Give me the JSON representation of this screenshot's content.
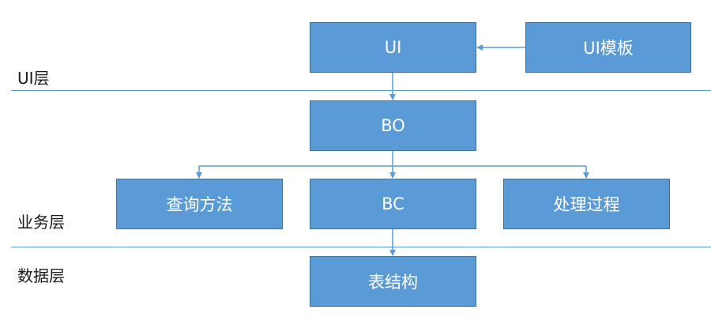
{
  "colors": {
    "node_fill": "#5b9bd5",
    "node_border": "#41719c",
    "connector": "#5b9bd5",
    "divider": "#5b9bd5",
    "layer_text": "#1a1a1a"
  },
  "layers": {
    "ui": "UI层",
    "business": "业务层",
    "data": "数据层"
  },
  "nodes": {
    "ui": "UI",
    "ui_template": "UI模板",
    "bo": "BO",
    "query_method": "查询方法",
    "bc": "BC",
    "process": "处理过程",
    "table_structure": "表结构"
  }
}
